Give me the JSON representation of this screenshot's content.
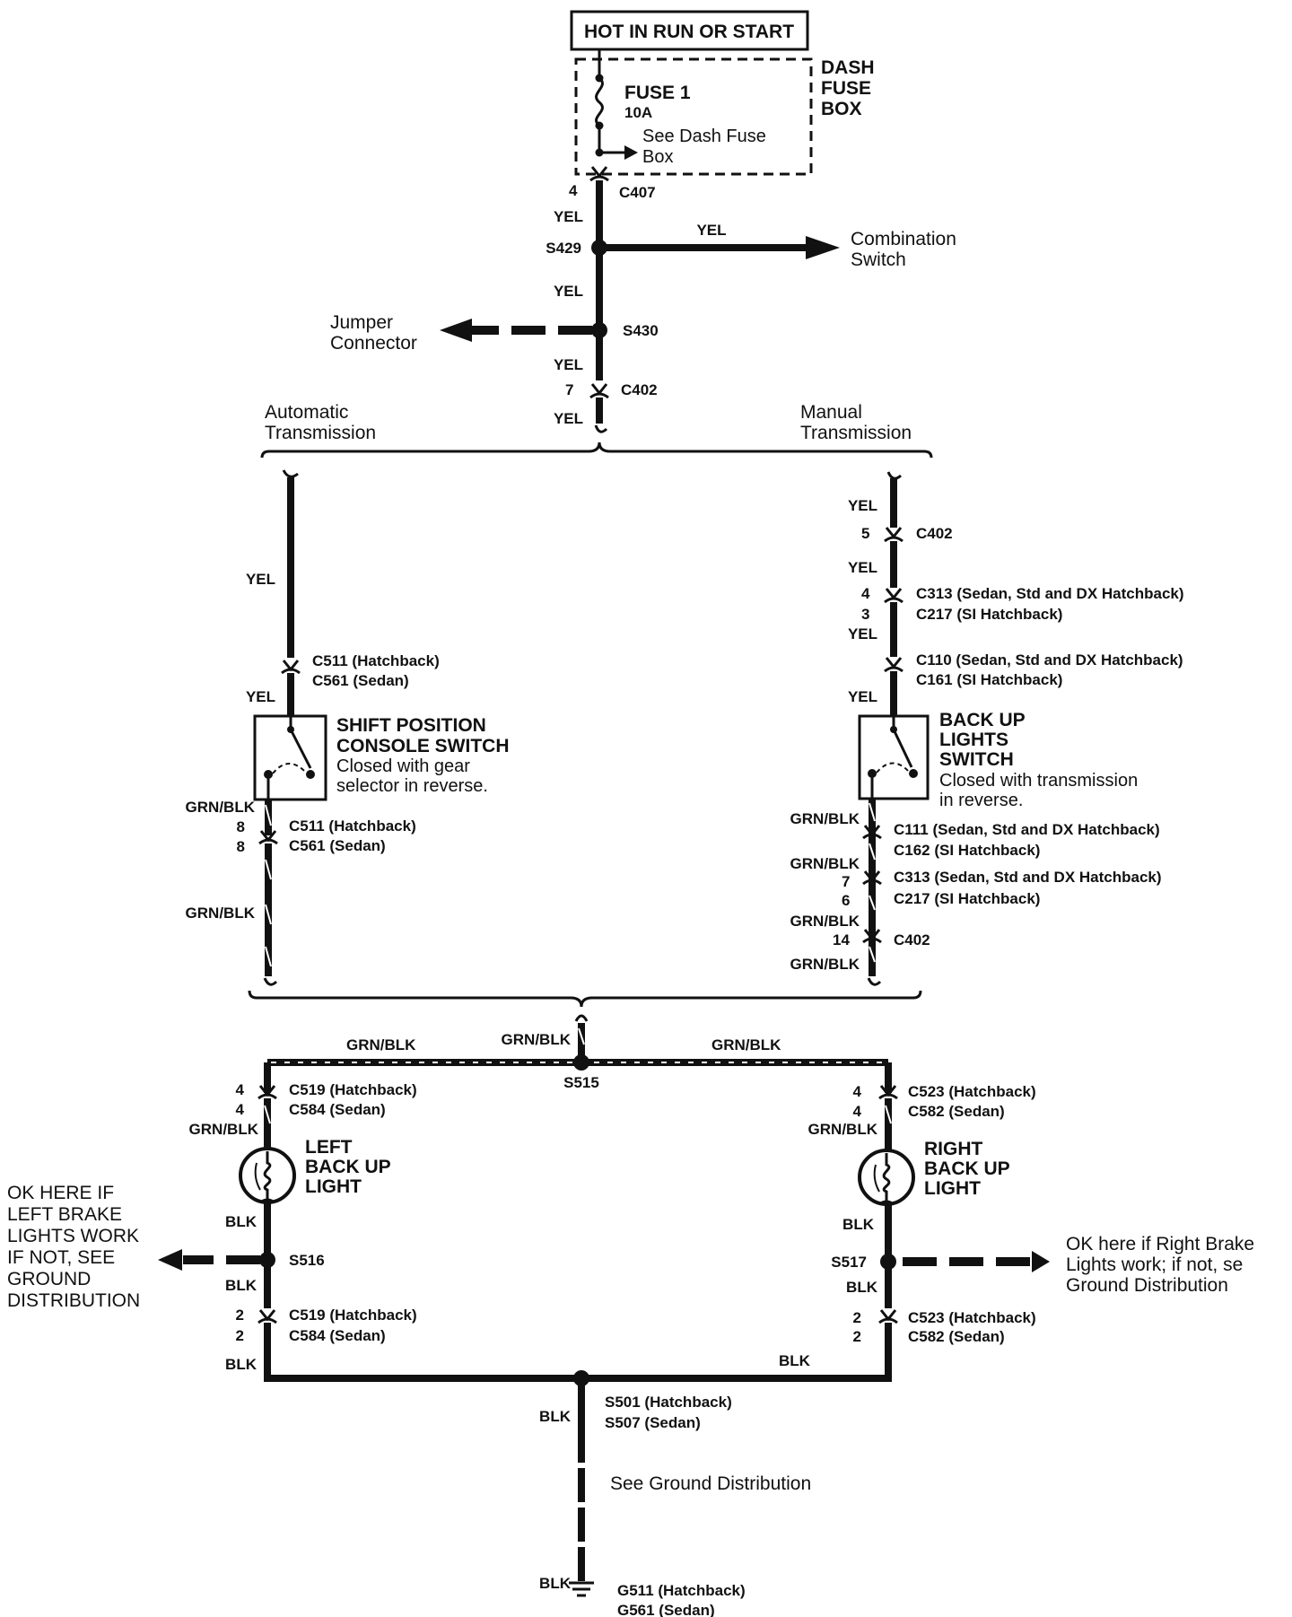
{
  "top": {
    "power_label": "HOT IN RUN OR START",
    "fuse_box_label": [
      "DASH",
      "FUSE",
      "BOX"
    ],
    "fuse_name": "FUSE 1",
    "fuse_rating": "10A",
    "fuse_ref": [
      "See Dash Fuse",
      "Box"
    ]
  },
  "main_feed": {
    "c407_pin": "4",
    "c407": "C407",
    "yel": "YEL",
    "s429": "S429",
    "s430": "S430",
    "c402_pin": "7",
    "c402": "C402",
    "combination_switch": [
      "Combination",
      "Switch"
    ],
    "jumper_connector": [
      "Jumper",
      "Connector"
    ]
  },
  "auto_branch": {
    "title": [
      "Automatic",
      "Transmission"
    ],
    "wire_in": "YEL",
    "c511_top": "C511 (Hatchback)",
    "c561_top": "C561 (Sedan)",
    "switch_name": [
      "SHIFT POSITION",
      "CONSOLE SWITCH"
    ],
    "switch_desc": [
      "Closed with gear",
      "selector in reverse."
    ],
    "wire_out": "GRN/BLK",
    "pin_8": "8",
    "c511_bottom": "C511 (Hatchback)",
    "c561_bottom": "C561 (Sedan)"
  },
  "manual_branch": {
    "title": [
      "Manual",
      "Transmission"
    ],
    "yel": "YEL",
    "grn_blk": "GRN/BLK",
    "pin_5": "5",
    "c402_a": "C402",
    "pin_4": "4",
    "c313_a": "C313 (Sedan, Std and DX Hatchback)",
    "pin_3": "3",
    "c217_a": "C217 (SI Hatchback)",
    "c110": "C110 (Sedan, Std and DX Hatchback)",
    "c161": "C161 (SI Hatchback)",
    "switch_name": [
      "BACK UP",
      "LIGHTS",
      "SWITCH"
    ],
    "switch_desc": [
      "Closed with transmission",
      "in reverse."
    ],
    "c111": "C111 (Sedan, Std and DX Hatchback)",
    "c162": "C162 (SI Hatchback)",
    "pin_7": "7",
    "c313_b": "C313 (Sedan, Std and DX Hatchback)",
    "pin_6": "6",
    "c217_b": "C217 (SI Hatchback)",
    "pin_14": "14",
    "c402_b": "C402"
  },
  "lights": {
    "grn_blk": "GRN/BLK",
    "blk": "BLK",
    "s515": "S515",
    "pin_4": "4",
    "pin_2": "2",
    "c519": "C519 (Hatchback)",
    "c584": "C584 (Sedan)",
    "c523": "C523 (Hatchback)",
    "c582": "C582 (Sedan)",
    "left_light": [
      "LEFT",
      "BACK UP",
      "LIGHT"
    ],
    "right_light": [
      "RIGHT",
      "BACK UP",
      "LIGHT"
    ],
    "s516": "S516",
    "s517": "S517",
    "left_note": [
      "OK HERE IF",
      "LEFT BRAKE",
      "LIGHTS WORK",
      "IF NOT, SEE",
      "GROUND",
      "DISTRIBUTION"
    ],
    "right_note": [
      "OK here if Right Brake",
      "Lights work; if not, se",
      "Ground Distribution"
    ]
  },
  "ground": {
    "s501": "S501 (Hatchback)",
    "s507": "S507 (Sedan)",
    "see_ground": "See Ground Distribution",
    "g511": "G511 (Hatchback)",
    "g561": "G561 (Sedan)"
  }
}
